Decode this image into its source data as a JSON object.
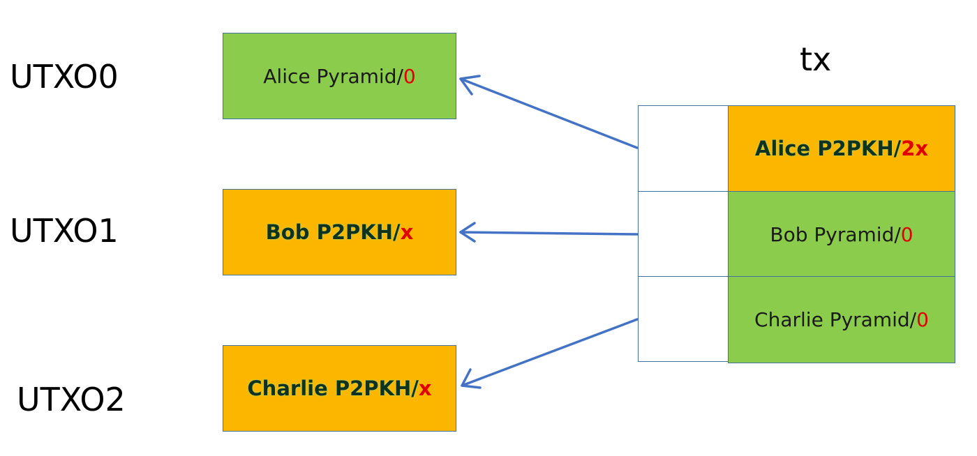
{
  "utxo_labels": [
    "UTXO0",
    "UTXO1",
    "UTXO2"
  ],
  "tx_label": "tx",
  "utxos": [
    {
      "owner": "Alice",
      "script": "Pyramid",
      "separator": "/",
      "value": "0"
    },
    {
      "owner": "Bob",
      "script": "P2PKH",
      "separator": "/",
      "value": "x"
    },
    {
      "owner": "Charlie",
      "script": "P2PKH",
      "separator": "/",
      "value": "x"
    }
  ],
  "outputs": [
    {
      "owner": "Alice",
      "script": "P2PKH",
      "separator": "/",
      "value": "2x"
    },
    {
      "owner": "Bob",
      "script": "Pyramid",
      "separator": "/",
      "value": "0"
    },
    {
      "owner": "Charlie",
      "script": "Pyramid",
      "separator": "/",
      "value": "0"
    }
  ],
  "colors": {
    "pyramid": "#8ccc4c",
    "p2pkh": "#fbb600",
    "arrow": "#4472c4",
    "border": "#41719c",
    "value_text": "#e00000"
  }
}
